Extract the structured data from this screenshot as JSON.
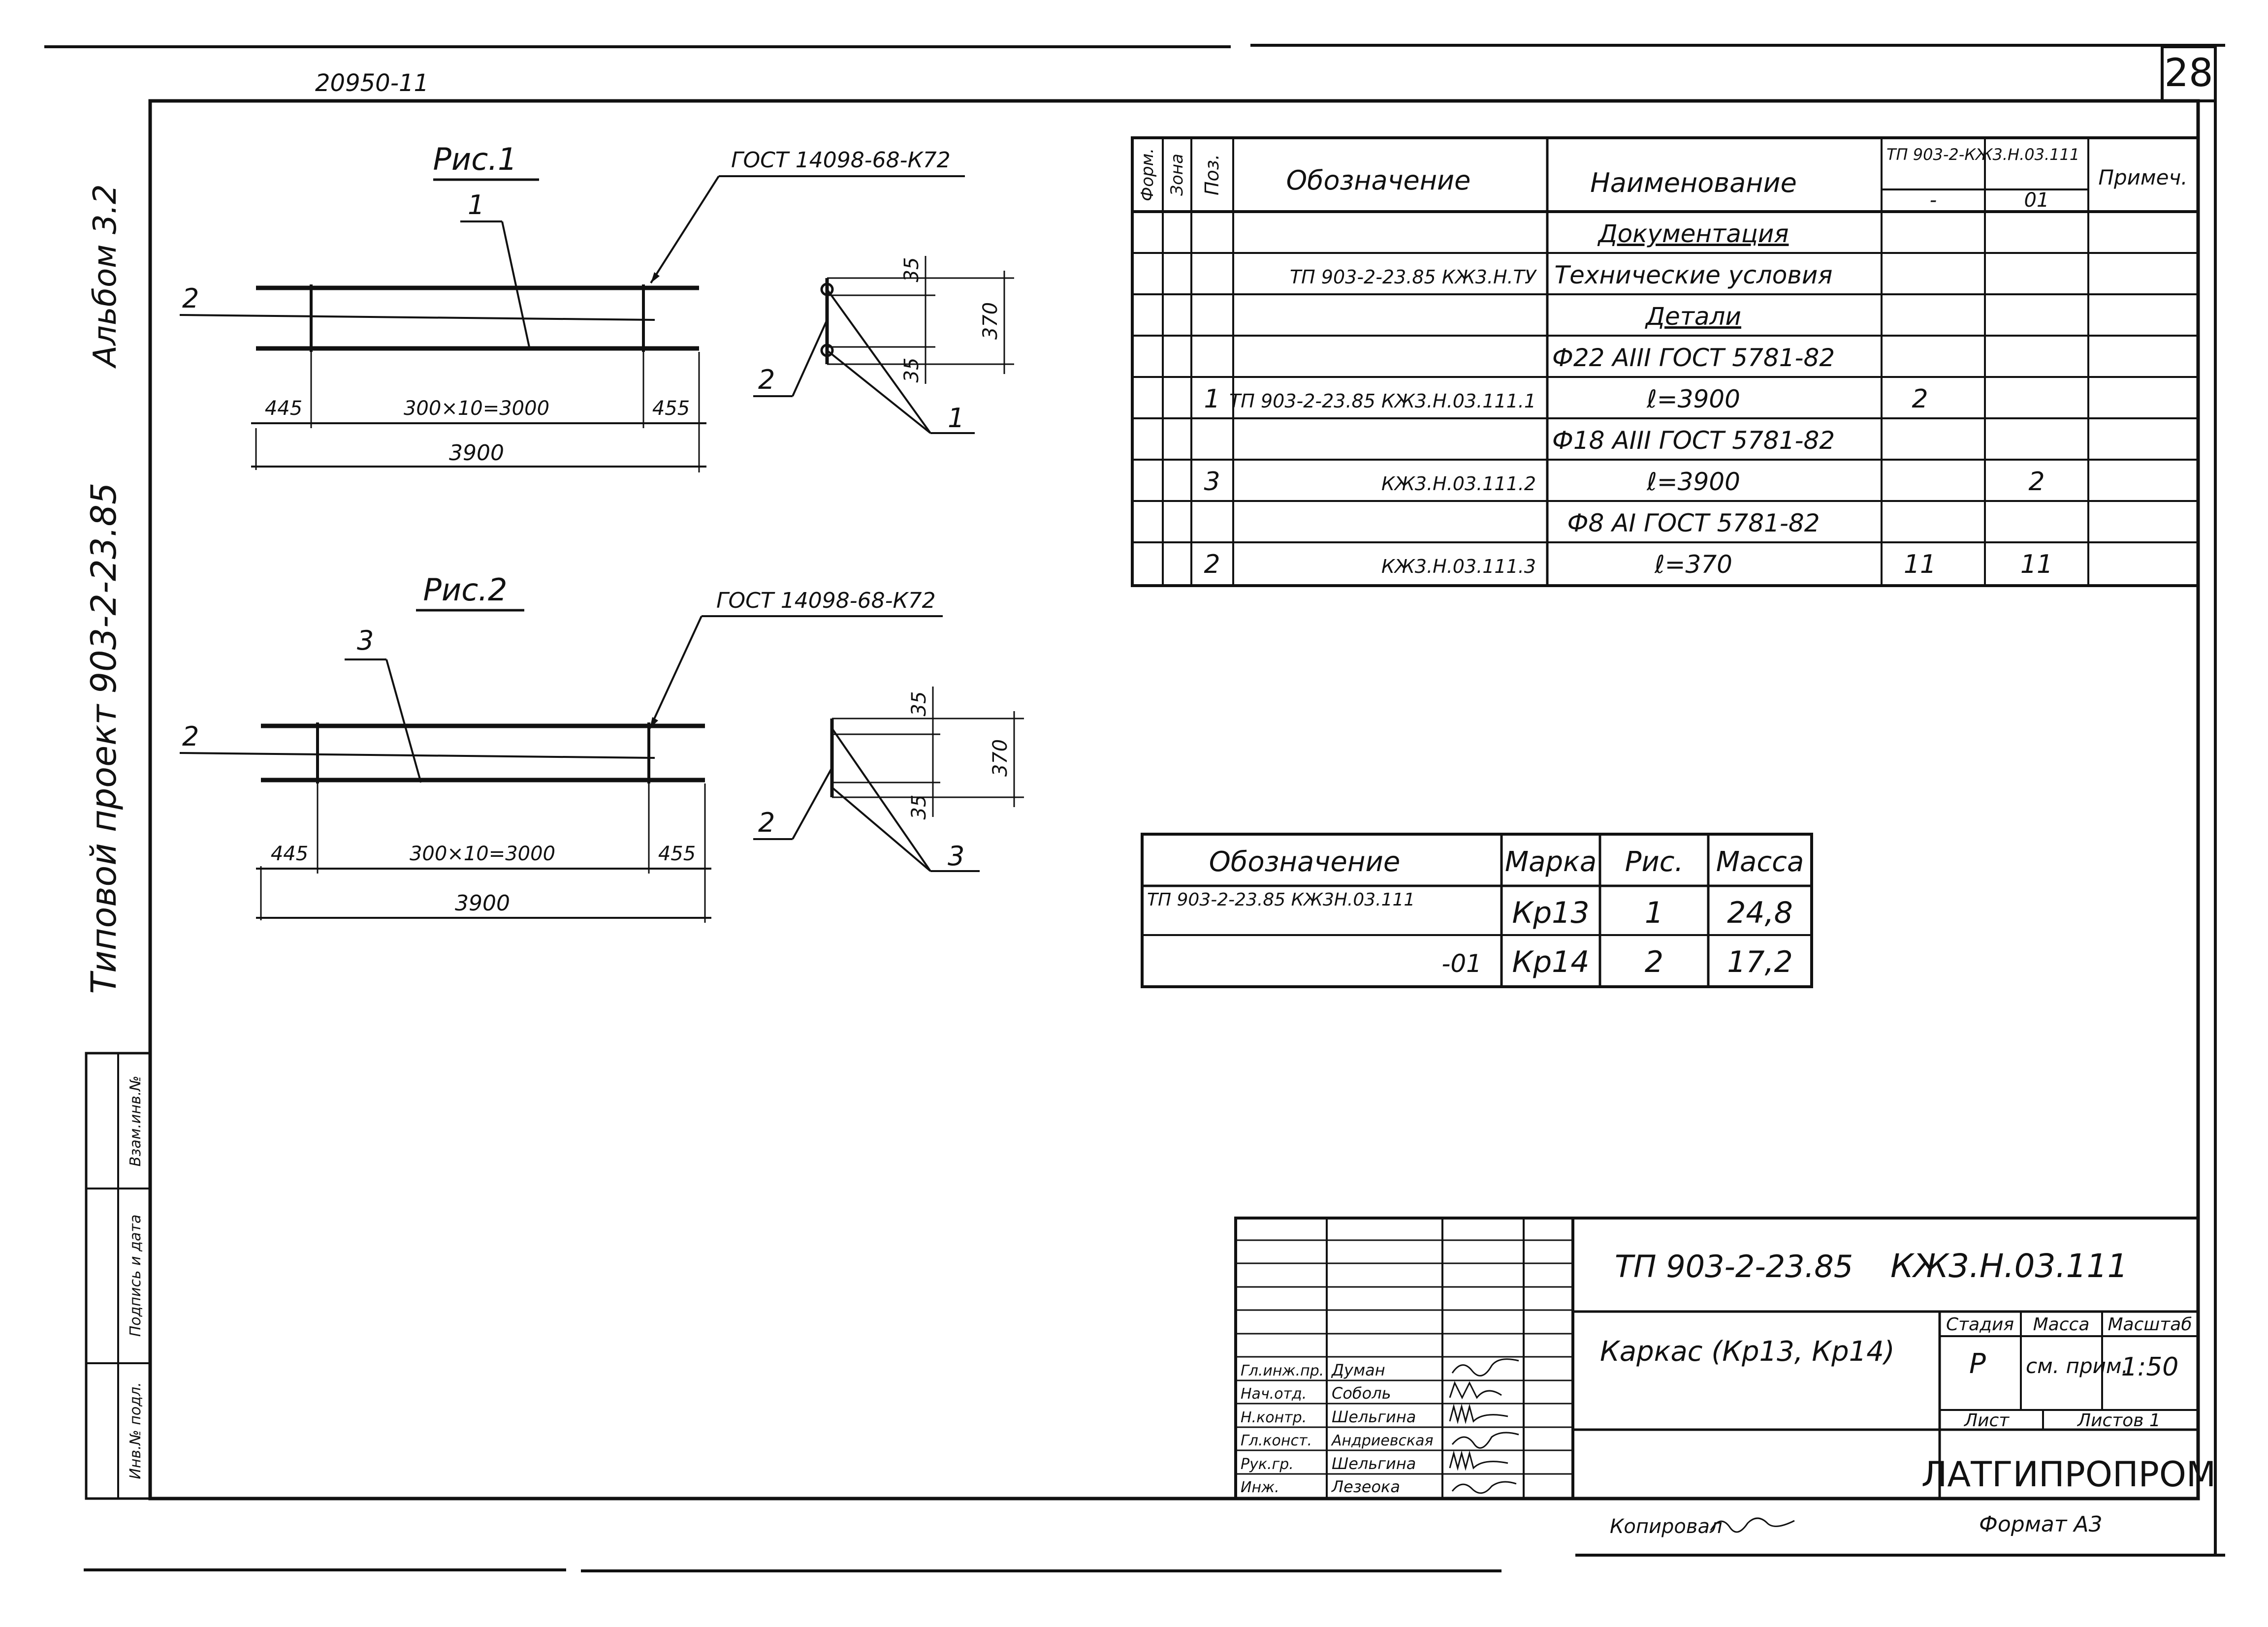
{
  "sheet": {
    "page_number": "28",
    "archive_number": "20950-11",
    "side_label_album": "Альбом 3.2",
    "side_label_project": "Типовой проект 903-2-23.85",
    "side_stamp": [
      "Взам.инв.№",
      "Подпись и дата",
      "Инв.№ подл."
    ]
  },
  "fig1": {
    "title": "Рис.1",
    "gost_label": "ГОСТ 14098-68-К72",
    "leader_1": "1",
    "leader_2": "2",
    "dim_left": "445",
    "dim_center": "300×10=3000",
    "dim_right": "455",
    "dim_total": "3900",
    "sec_label_2": "2",
    "sec_label_1": "1",
    "sec_dim_top": "35",
    "sec_dim_bottom": "35",
    "sec_dim_height": "370"
  },
  "fig2": {
    "title": "Рис.2",
    "gost_label": "ГОСТ 14098-68-К72",
    "leader_3": "3",
    "leader_2": "2",
    "dim_left": "445",
    "dim_center": "300×10=3000",
    "dim_right": "455",
    "dim_total": "3900",
    "sec_label_2": "2",
    "sec_label_3": "3",
    "sec_dim_top": "35",
    "sec_dim_bottom": "35",
    "sec_dim_height": "370"
  },
  "spec": {
    "headers": {
      "format": "Форм.",
      "zone": "Зона",
      "pos": "Поз.",
      "designation": "Обозначение",
      "name": "Наименование",
      "qty_group": "ТП 903-2-КЖ3.Н.03.111",
      "qty_col1": "-",
      "qty_col2": "01",
      "note": "Примеч."
    },
    "rows": [
      {
        "pos": "",
        "designation": "",
        "name": "Документация",
        "q1": "",
        "q2": "",
        "underlined": true
      },
      {
        "pos": "",
        "designation": "ТП 903-2-23.85 КЖ3.Н.ТУ",
        "name": "Технические условия",
        "q1": "",
        "q2": "",
        "underlined": false
      },
      {
        "pos": "",
        "designation": "",
        "name": "Детали",
        "q1": "",
        "q2": "",
        "underlined": true
      },
      {
        "pos": "",
        "designation": "",
        "name": "Ф22 АIII ГОСТ 5781-82",
        "q1": "",
        "q2": "",
        "underlined": false
      },
      {
        "pos": "1",
        "designation": "ТП 903-2-23.85 КЖ3.Н.03.111.1",
        "name": "ℓ=3900",
        "q1": "2",
        "q2": "",
        "underlined": false
      },
      {
        "pos": "",
        "designation": "",
        "name": "Ф18 АIII ГОСТ 5781-82",
        "q1": "",
        "q2": "",
        "underlined": false
      },
      {
        "pos": "3",
        "designation": "КЖ3.Н.03.111.2",
        "name": "ℓ=3900",
        "q1": "",
        "q2": "2",
        "underlined": false
      },
      {
        "pos": "",
        "designation": "",
        "name": "Ф8 АI ГОСТ 5781-82",
        "q1": "",
        "q2": "",
        "underlined": false
      },
      {
        "pos": "2",
        "designation": "КЖ3.Н.03.111.3",
        "name": "ℓ=370",
        "q1": "11",
        "q2": "11",
        "underlined": false
      }
    ]
  },
  "marks": {
    "headers": {
      "designation": "Обозначение",
      "mark": "Марка",
      "fig": "Рис.",
      "mass": "Масса"
    },
    "rows": [
      {
        "designation": "ТП 903-2-23.85 КЖ3Н.03.111",
        "mark": "Кр13",
        "fig": "1",
        "mass": "24,8"
      },
      {
        "designation": "-01",
        "mark": "Кр14",
        "fig": "2",
        "mass": "17,2"
      }
    ]
  },
  "title_block": {
    "project_code": "ТП 903-2-23.85",
    "doc_code": "КЖ3.Н.03.111",
    "object_name": "Каркас (Кр13, Кр14)",
    "stage_label": "Стадия",
    "stage_value": "Р",
    "mass_label": "Масса",
    "mass_value": "см. прим.",
    "scale_label": "Масштаб",
    "scale_value": "1:50",
    "sheet_label": "Лист",
    "sheets_label": "Листов 1",
    "organization": "ЛАТГИПРОПРОМ",
    "roles": [
      {
        "role": "Гл.инж.пр.",
        "name": "Думан"
      },
      {
        "role": "Нач.отд.",
        "name": "Соболь"
      },
      {
        "role": "Н.контр.",
        "name": "Шельгина"
      },
      {
        "role": "Гл.конст.",
        "name": "Андриевская"
      },
      {
        "role": "Рук.гр.",
        "name": "Шельгина"
      },
      {
        "role": "Инж.",
        "name": "Лезеока"
      }
    ],
    "copied_by": "Копировал",
    "format": "Формат А3"
  }
}
